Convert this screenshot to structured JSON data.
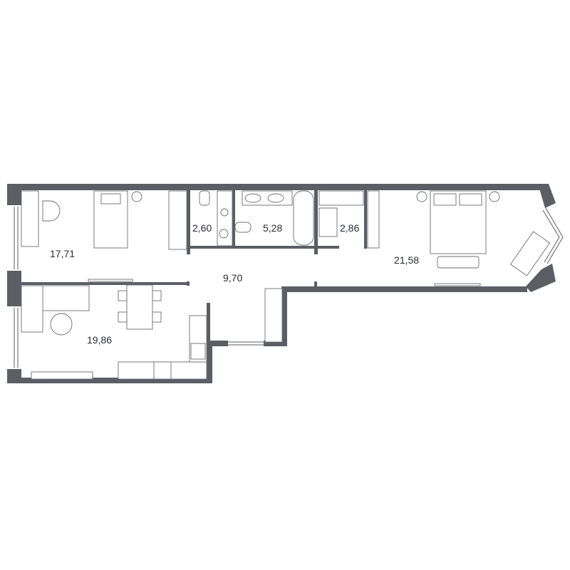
{
  "plan": {
    "wall_color": "#5b5e63",
    "background": "#ffffff",
    "rooms": [
      {
        "id": "bedroom-1",
        "area": "17,71"
      },
      {
        "id": "living-kitchen",
        "area": "19,86"
      },
      {
        "id": "hallway",
        "area": "9,70"
      },
      {
        "id": "wc",
        "area": "2,60"
      },
      {
        "id": "bathroom",
        "area": "5,28"
      },
      {
        "id": "wardrobe",
        "area": "2,86"
      },
      {
        "id": "bedroom-2",
        "area": "21,58"
      }
    ]
  }
}
